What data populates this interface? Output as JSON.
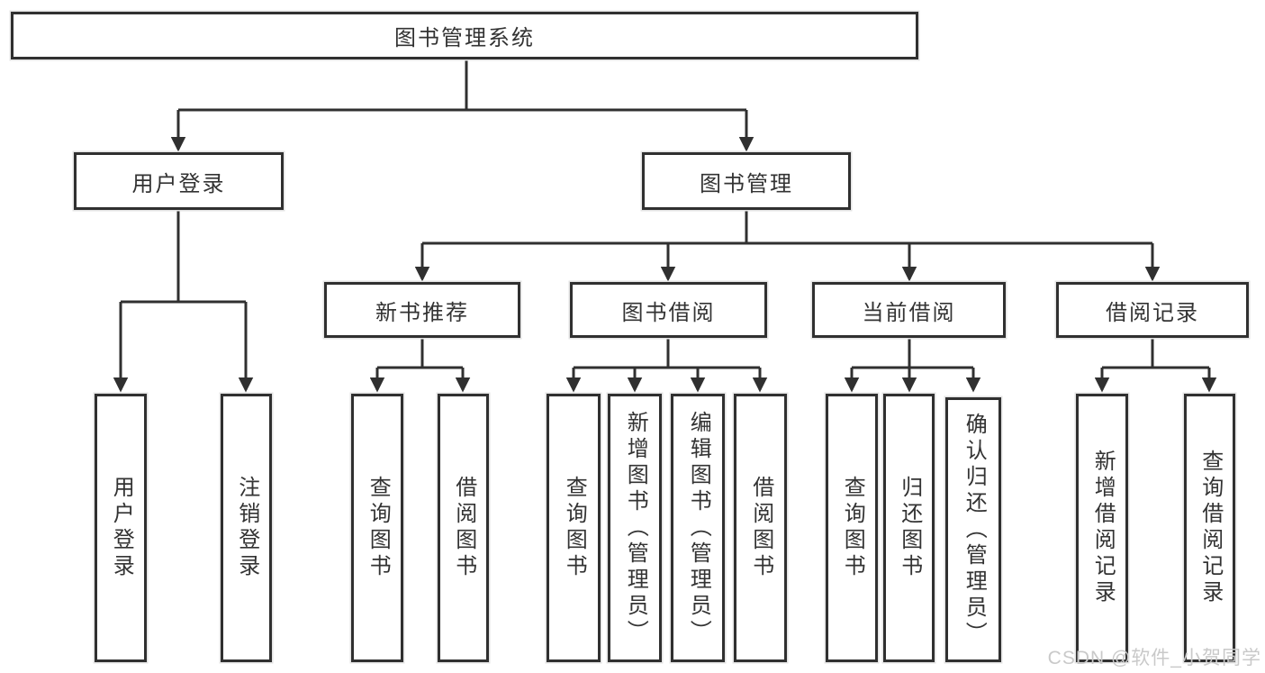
{
  "colors": {
    "line": "#303030",
    "box_border": "#303030",
    "box_background": "#ffffff",
    "text": "#333333",
    "watermark": "#c9c9c9",
    "page_background": "#ffffff"
  },
  "watermark": {
    "text": "CSDN @软件_小贺同学"
  },
  "tree": {
    "label": "图书管理系统",
    "children": [
      {
        "label": "用户登录",
        "children": [
          {
            "label": "用户登录"
          },
          {
            "label": "注销登录"
          }
        ]
      },
      {
        "label": "图书管理",
        "children": [
          {
            "label": "新书推荐",
            "children": [
              {
                "label": "查询图书"
              },
              {
                "label": "借阅图书"
              }
            ]
          },
          {
            "label": "图书借阅",
            "children": [
              {
                "label": "查询图书"
              },
              {
                "label": "新增图书（管理员）"
              },
              {
                "label": "编辑图书（管理员）"
              },
              {
                "label": "借阅图书"
              }
            ]
          },
          {
            "label": "当前借阅",
            "children": [
              {
                "label": "查询图书"
              },
              {
                "label": "归还图书"
              },
              {
                "label": "确认归还（管理员）"
              }
            ]
          },
          {
            "label": "借阅记录",
            "children": [
              {
                "label": "新增借阅记录"
              },
              {
                "label": "查询借阅记录"
              }
            ]
          }
        ]
      }
    ]
  }
}
